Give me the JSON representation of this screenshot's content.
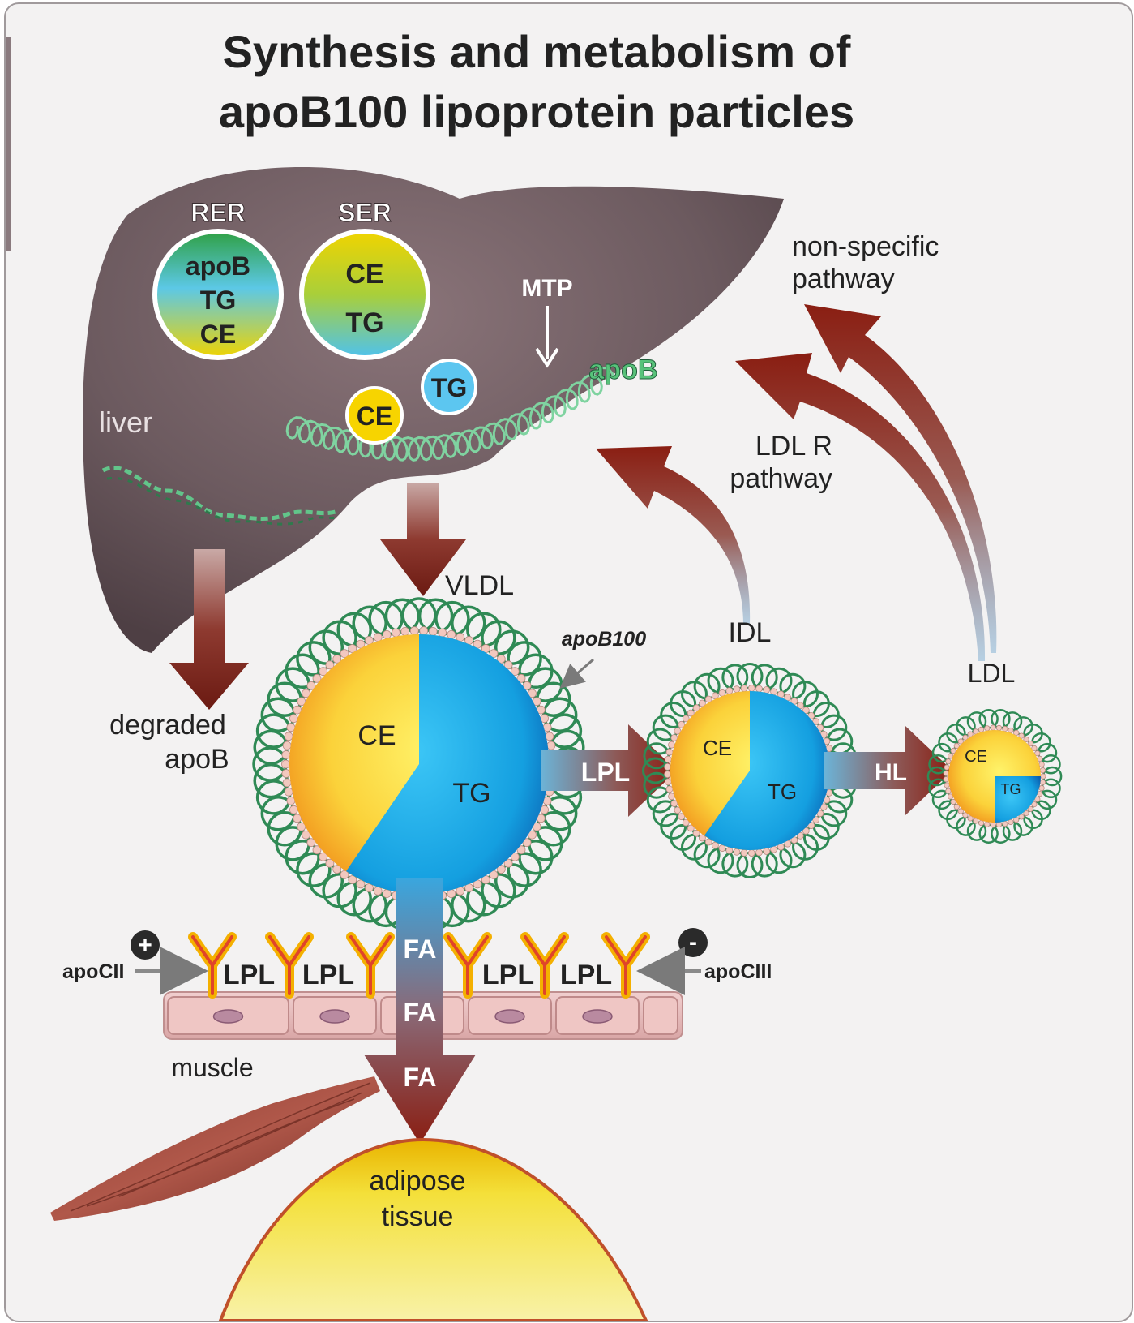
{
  "title": {
    "line1": "Synthesis and metabolism of",
    "line2": "apoB100 lipoprotein particles"
  },
  "liver": {
    "label": "liver",
    "rer": {
      "label": "RER",
      "lines": [
        "apoB",
        "TG",
        "CE"
      ]
    },
    "ser": {
      "label": "SER",
      "lines": [
        "CE",
        "TG"
      ]
    },
    "mtp_label": "MTP",
    "apob_label": "apoB",
    "ce_label": "CE",
    "tg_label": "TG"
  },
  "pathways": {
    "non_specific": [
      "non-specific",
      "pathway"
    ],
    "ldl_r": [
      "LDL R",
      "pathway"
    ]
  },
  "degraded": [
    "degraded",
    "apoB"
  ],
  "particles": {
    "vldl": {
      "name": "VLDL",
      "ce": "CE",
      "tg": "TG",
      "apo": "apoB100"
    },
    "idl": {
      "name": "IDL",
      "ce": "CE",
      "tg": "TG"
    },
    "ldl": {
      "name": "LDL",
      "ce": "CE",
      "tg": "TG"
    }
  },
  "enzymes": {
    "lpl": "LPL",
    "hl": "HL"
  },
  "capillary": {
    "lpl_labels": [
      "LPL",
      "LPL",
      "LPL",
      "LPL"
    ],
    "apocii": "apoCII",
    "apociii": "apoCIII",
    "plus": "+",
    "minus": "-",
    "fa_labels": [
      "FA",
      "FA",
      "FA"
    ]
  },
  "tissues": {
    "muscle": "muscle",
    "adipose": [
      "adipose",
      "tissue"
    ]
  },
  "colors": {
    "liver": "#6e5a60",
    "arrow_red": "#8e2418",
    "apob_green": "#2f8a55",
    "ce_yellow": "#f5d000",
    "tg_blue": "#1a9ee0"
  }
}
